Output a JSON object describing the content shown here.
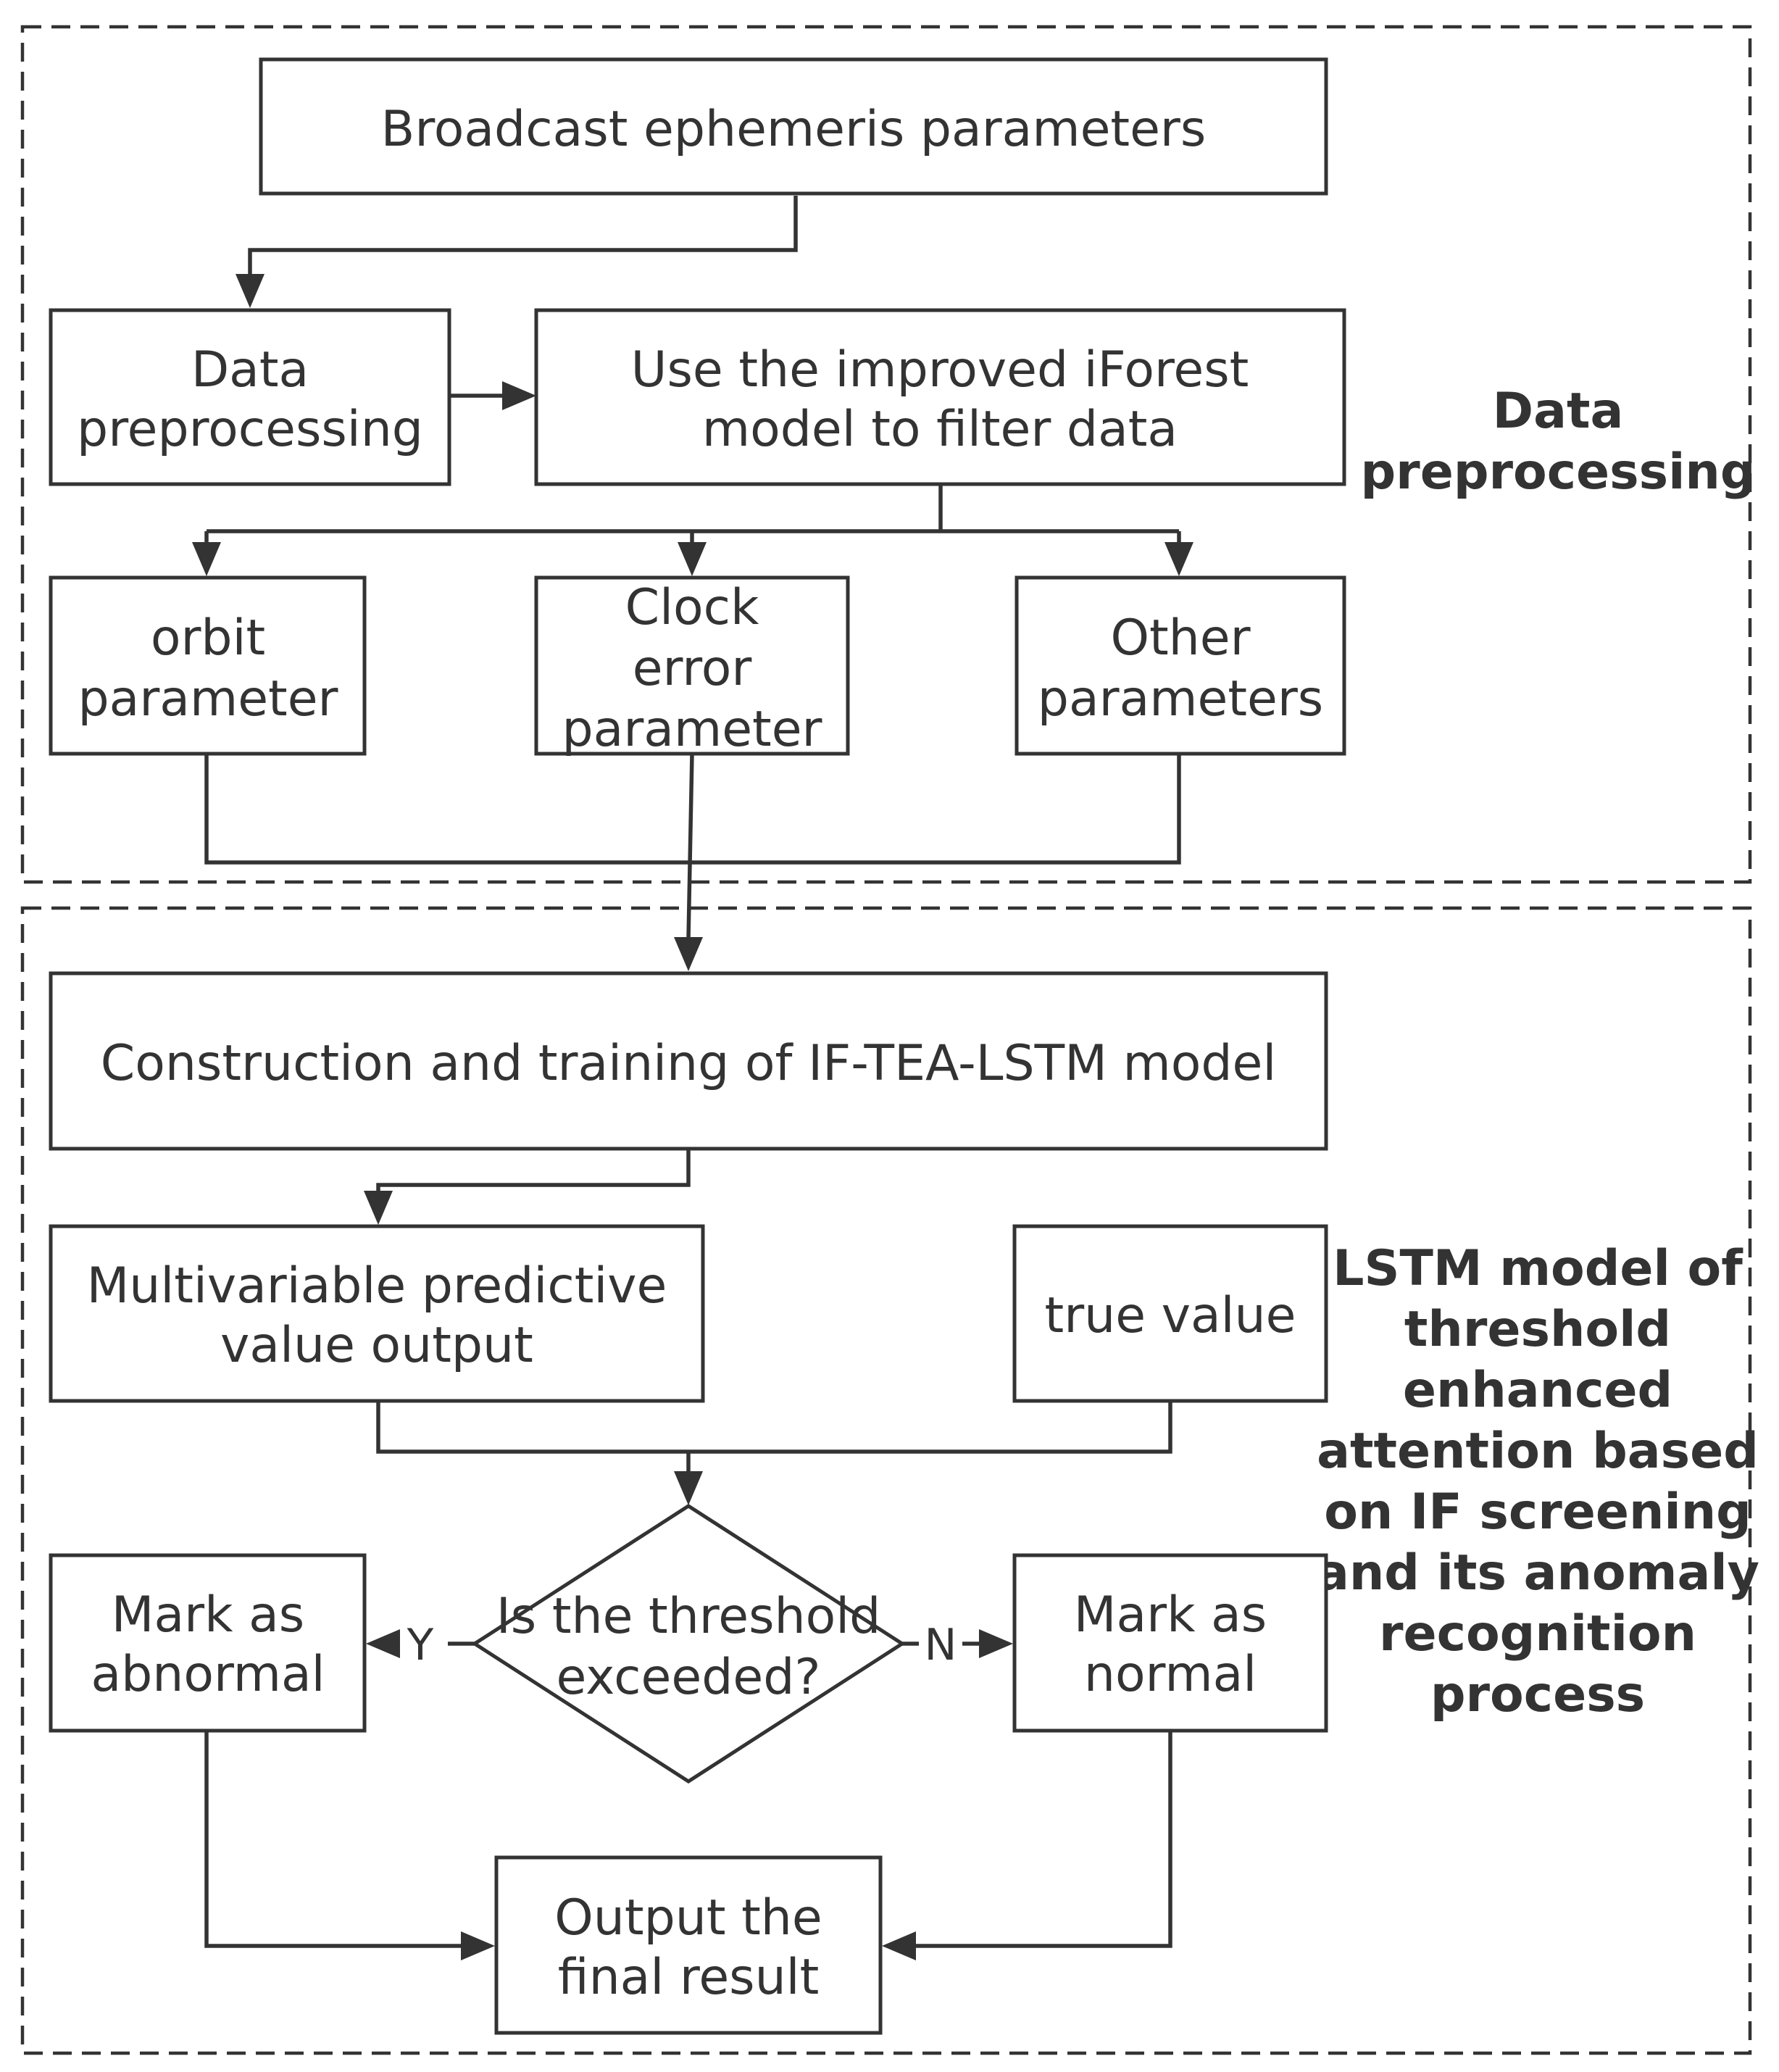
{
  "sections": {
    "preprocessing": {
      "label_lines": [
        "Data",
        "preprocessing"
      ]
    },
    "model": {
      "label_lines": [
        "LSTM model of",
        "threshold",
        "enhanced",
        "attention based",
        "on IF screening",
        "and its anomaly",
        "recognition",
        "process"
      ]
    }
  },
  "nodes": {
    "broadcast": {
      "lines": [
        "Broadcast ephemeris parameters"
      ]
    },
    "preproc": {
      "lines": [
        "Data",
        "preprocessing"
      ]
    },
    "iforest": {
      "lines": [
        "Use the improved iForest",
        "model to filter data"
      ]
    },
    "orbit": {
      "lines": [
        "orbit",
        "parameter"
      ]
    },
    "clock": {
      "lines": [
        "Clock",
        "error",
        "parameter"
      ]
    },
    "other": {
      "lines": [
        "Other",
        "parameters"
      ]
    },
    "construction": {
      "lines": [
        "Construction and training of IF-TEA-LSTM model"
      ]
    },
    "multivar": {
      "lines": [
        "Multivariable predictive",
        "value output"
      ]
    },
    "truevalue": {
      "lines": [
        "true value"
      ]
    },
    "decision": {
      "lines": [
        "Is the threshold",
        "exceeded?"
      ]
    },
    "abnormal": {
      "lines": [
        "Mark as",
        "abnormal"
      ]
    },
    "normal": {
      "lines": [
        "Mark as",
        "normal"
      ]
    },
    "final": {
      "lines": [
        "Output the",
        "final result"
      ]
    }
  },
  "edges": {
    "yes_label": "Y",
    "no_label": "N"
  }
}
